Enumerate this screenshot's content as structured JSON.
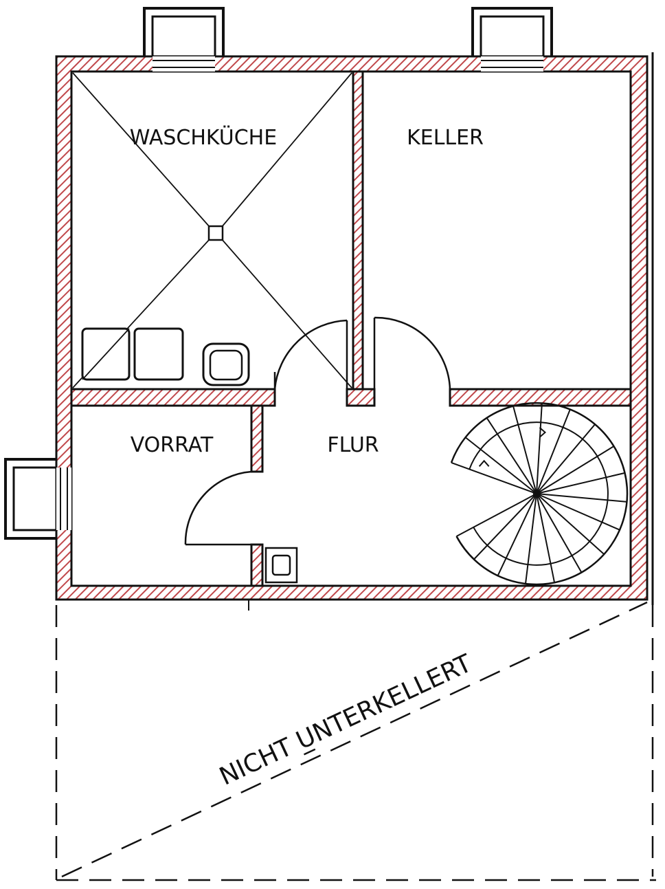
{
  "rooms": {
    "waschkueche": "WASCHKÜCHE",
    "keller": "KELLER",
    "vorrat": "VORRAT",
    "flur": "FLUR"
  },
  "annotation": {
    "not_basement": "NICHT UNTERKELLERT"
  },
  "colors": {
    "wall_hatch": "#c0484b",
    "line": "#111111",
    "background": "#ffffff"
  },
  "icons": [
    "washing-machine-icon",
    "dryer-icon",
    "sink-icon",
    "floor-drain-icon",
    "spiral-staircase-icon"
  ]
}
